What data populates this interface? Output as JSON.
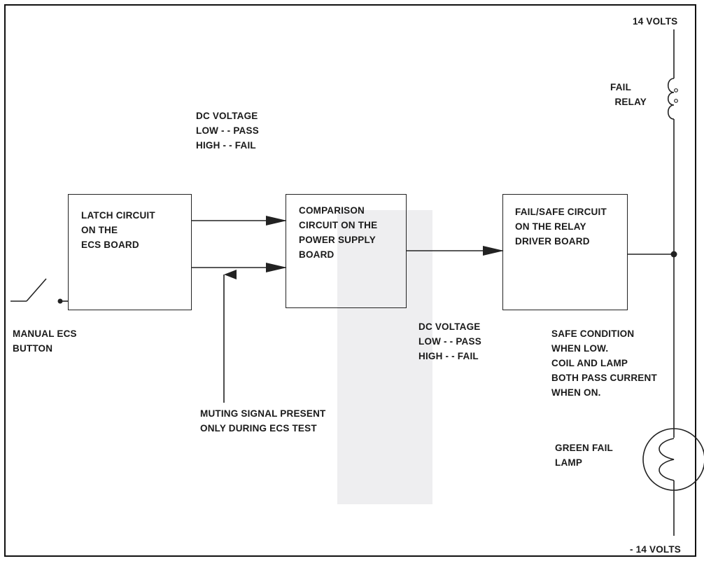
{
  "supply": {
    "top": "14 VOLTS",
    "bottom": "- 14 VOLTS"
  },
  "relay": [
    "FAIL",
    "RELAY"
  ],
  "switch_label": [
    "MANUAL ECS",
    "BUTTON"
  ],
  "latch_box": [
    "LATCH CIRCUIT",
    "ON THE",
    "ECS BOARD"
  ],
  "comparison_box": [
    "COMPARISON",
    "CIRCUIT ON  THE",
    "POWER SUPPLY",
    "BOARD"
  ],
  "failsafe_box": [
    "FAIL/SAFE CIRCUIT",
    "ON THE RELAY",
    "DRIVER BOARD"
  ],
  "dc_voltage_top": [
    "DC VOLTAGE",
    "LOW - - PASS",
    "HIGH - - FAIL"
  ],
  "dc_voltage_bottom": [
    "DC VOLTAGE",
    "LOW - - PASS",
    "HIGH - - FAIL"
  ],
  "muting": [
    "MUTING SIGNAL PRESENT",
    "ONLY DURING ECS TEST"
  ],
  "safe_condition": [
    "SAFE CONDITION",
    "WHEN LOW.",
    "COIL AND LAMP",
    "BOTH PASS CURRENT",
    "WHEN ON."
  ],
  "lamp": [
    "GREEN FAIL",
    "LAMP"
  ]
}
